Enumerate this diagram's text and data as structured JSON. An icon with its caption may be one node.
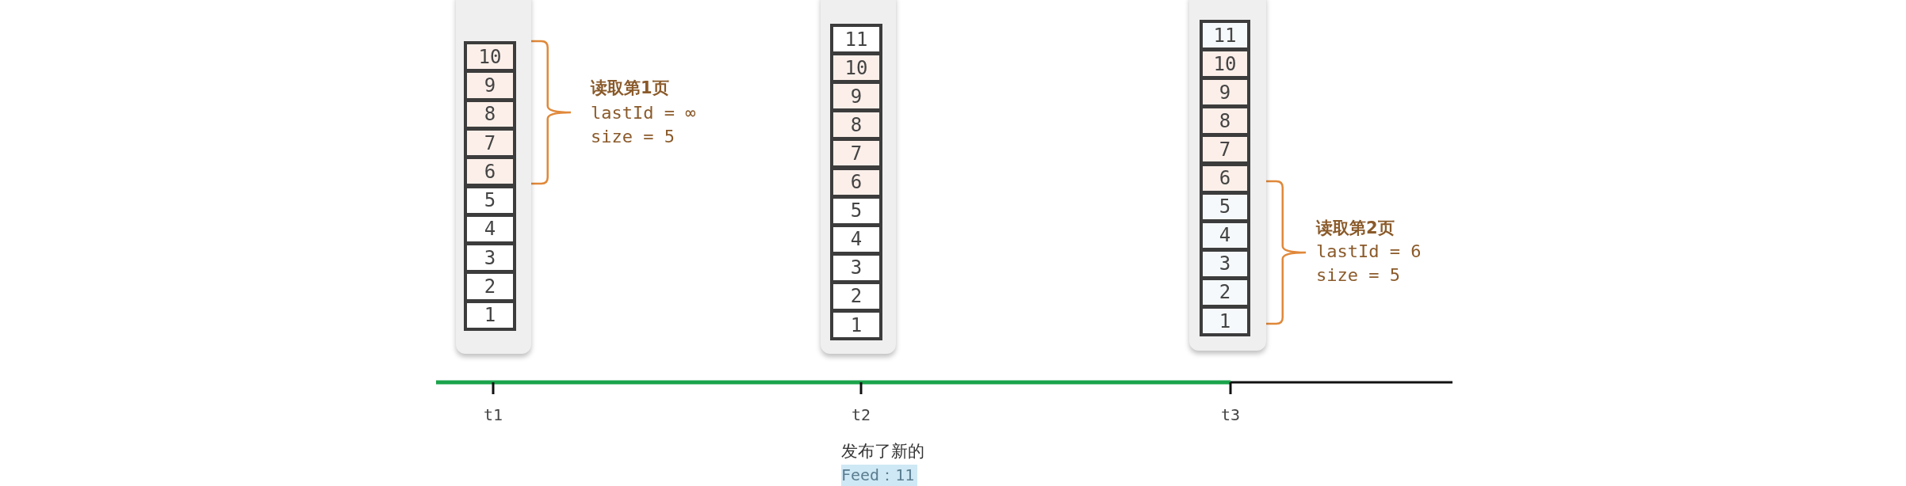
{
  "diagram": {
    "nodes": [
      {
        "text": [],
        "shape": "box"
      },
      {
        "text": [
          "10"
        ],
        "in": 0
      },
      {
        "text": [
          "9"
        ],
        "in": 0
      },
      {
        "text": [
          "8"
        ],
        "in": 0
      },
      {
        "text": [
          "7"
        ],
        "in": 0
      },
      {
        "text": [
          "6"
        ],
        "in": 0
      },
      {
        "text": [
          "5"
        ],
        "in": 0
      },
      {
        "text": [
          "4"
        ],
        "in": 0
      },
      {
        "text": [
          "3"
        ],
        "in": 0
      },
      {
        "text": [
          "2"
        ],
        "in": 0
      },
      {
        "text": [
          "1"
        ],
        "in": 0
      },
      {
        "text": [],
        "shape": "box"
      },
      {
        "text": [
          "11"
        ],
        "in": 11
      },
      {
        "text": [
          "10"
        ],
        "in": 11
      },
      {
        "text": [
          "9"
        ],
        "in": 11
      },
      {
        "text": [
          "8"
        ],
        "in": 11
      },
      {
        "text": [
          "7"
        ],
        "in": 11
      },
      {
        "text": [
          "6"
        ],
        "in": 11
      },
      {
        "text": [
          "5"
        ],
        "in": 11
      },
      {
        "text": [
          "4"
        ],
        "in": 11
      },
      {
        "text": [
          "3"
        ],
        "in": 11
      },
      {
        "text": [
          "2"
        ],
        "in": 11
      },
      {
        "text": [
          "1"
        ],
        "in": 11
      },
      {
        "text": [],
        "shape": "box"
      },
      {
        "text": [
          "11"
        ],
        "in": 23
      },
      {
        "text": [
          "10"
        ],
        "in": 23
      },
      {
        "text": [
          "9"
        ],
        "in": 23
      },
      {
        "text": [
          "8"
        ],
        "in": 23
      },
      {
        "text": [
          "7"
        ],
        "in": 23
      },
      {
        "text": [
          "6"
        ],
        "in": 23
      },
      {
        "text": [
          "5"
        ],
        "in": 23
      },
      {
        "text": [
          "4"
        ],
        "in": 23
      },
      {
        "text": [
          "3"
        ],
        "in": 23
      },
      {
        "text": [
          "2"
        ],
        "in": 23
      },
      {
        "text": [
          "1"
        ],
        "in": 23
      }
    ],
    "labels": [
      "读取第1页",
      "lastId = ∞",
      "size = 5",
      "读取第2页",
      "lastId = 6",
      "size = 5",
      "t1",
      "t2",
      "t3",
      "发布了新的",
      "Feed：11"
    ]
  }
}
